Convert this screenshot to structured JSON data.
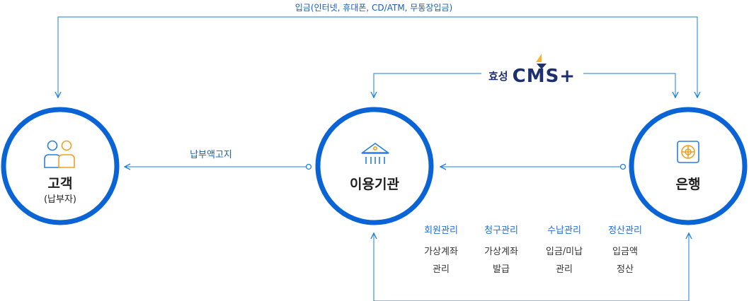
{
  "top_flow_label": "입금(인터넷, 휴대폰, CD/ATM, 무통장입금)",
  "logo": {
    "korean": "효성",
    "brand": "CMS+"
  },
  "nodes": {
    "customer": {
      "title": "고객",
      "subtitle": "(납부자)",
      "icon": "people-icon"
    },
    "institution": {
      "title": "이용기관",
      "icon": "institution-building-icon"
    },
    "bank": {
      "title": "은행",
      "icon": "bank-vault-icon"
    }
  },
  "notice_label": "납부액고지",
  "functions": [
    {
      "title": "회원관리",
      "lines": [
        "가상계좌",
        "관리"
      ]
    },
    {
      "title": "청구관리",
      "lines": [
        "가상계좌",
        "발급"
      ]
    },
    {
      "title": "수납관리",
      "lines": [
        "입금/미납",
        "관리"
      ]
    },
    {
      "title": "정산관리",
      "lines": [
        "입금액",
        "정산"
      ]
    }
  ],
  "colors": {
    "ring": "#0a64d6",
    "line": "#1a7fe0",
    "icon_blue": "#2a7de1",
    "icon_orange": "#f0a020",
    "logo_navy": "#1d2f6f",
    "logo_gold": "#f2b630"
  }
}
